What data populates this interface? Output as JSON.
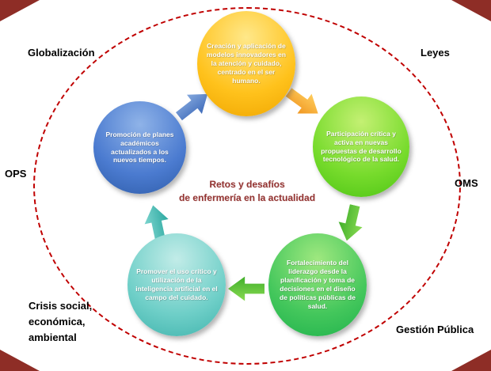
{
  "center_title": {
    "line1": "Retos y desafíos",
    "line2": "de enfermería en la actualidad"
  },
  "nodes": [
    {
      "id": "modelos-innovadores",
      "label": "Creación y aplicación de modelos innovadores en la atención y cuidado, centrado en el ser humano."
    },
    {
      "id": "participacion-tecnologica",
      "label": "Participación crítica y activa en nuevas propuestas de desarrollo tecnológico de la salud."
    },
    {
      "id": "liderazgo-politicas",
      "label": "Fortalecimiento del liderazgo desde la planificación y toma de decisiones en el diseño de políticas públicas de salud."
    },
    {
      "id": "inteligencia-artificial",
      "label": "Promover el uso crítico y utilización de la inteligencia artificial en el campo del cuidado."
    },
    {
      "id": "planes-academicos",
      "label": "Promoción de planes académicos actualizados a los nuevos tiempos."
    }
  ],
  "external_factors": {
    "top_left": "Globalización",
    "top_right": "Leyes",
    "left": "OPS",
    "right": "OMS",
    "bottom_left": "Crisis social, económica, ambiental",
    "bottom_right": "Gestión Pública"
  },
  "colors": {
    "dashed_boundary": "#C00000",
    "corner_triangle": "#8E2D26",
    "title_text": "#943634",
    "node_yellow": "#FFC21C",
    "node_light_green": "#77DB2C",
    "node_green": "#44C75C",
    "node_teal": "#6FCFC8",
    "node_blue": "#4B7BD0",
    "arrow_blue": "#3F6BBA",
    "arrow_orange": "#F0951F",
    "arrow_green": "#3FAE2A",
    "arrow_teal": "#2BA8A0"
  }
}
